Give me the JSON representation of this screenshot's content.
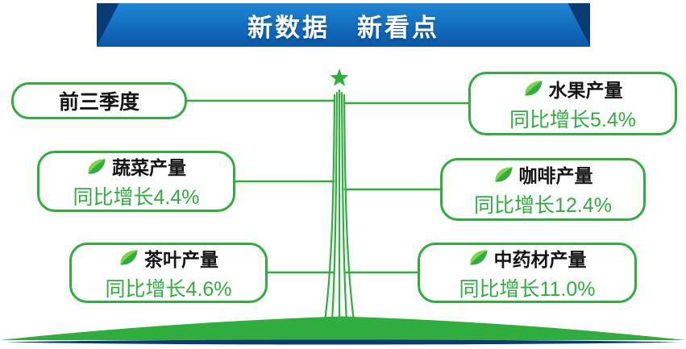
{
  "banner": {
    "title": "新数据　新看点"
  },
  "boxes": [
    {
      "id": "period",
      "title": "前三季度",
      "value": null
    },
    {
      "id": "vegetable",
      "title": "蔬菜产量",
      "value": "同比增长4.4%"
    },
    {
      "id": "tea",
      "title": "茶叶产量",
      "value": "同比增长4.6%"
    },
    {
      "id": "fruit",
      "title": "水果产量",
      "value": "同比增长5.4%"
    },
    {
      "id": "coffee",
      "title": "咖啡产量",
      "value": "同比增长12.4%"
    },
    {
      "id": "herbs",
      "title": "中药材产量",
      "value": "同比增长11.0%"
    }
  ],
  "icons": {
    "leaf": "leaf-icon",
    "star": "★"
  },
  "colors": {
    "green": "#2fae3e",
    "green_light": "#7ed44a",
    "navy": "#0a3a78",
    "banner_blue": "#1f86d6",
    "banner_blue_dark": "#0a57a8",
    "banner_fold": "#083a74",
    "title_text": "#151515"
  },
  "chart_data": {
    "type": "table",
    "title": "新数据　新看点",
    "period": "前三季度",
    "categories": [
      "蔬菜产量",
      "茶叶产量",
      "水果产量",
      "咖啡产量",
      "中药材产量"
    ],
    "series": [
      {
        "name": "同比增长(%)",
        "values": [
          4.4,
          4.6,
          5.4,
          12.4,
          11.0
        ]
      }
    ],
    "annotations": [
      "同比增长4.4%",
      "同比增长4.6%",
      "同比增长5.4%",
      "同比增长12.4%",
      "同比增长11.0%"
    ],
    "legend_position": "none",
    "grid": false
  }
}
